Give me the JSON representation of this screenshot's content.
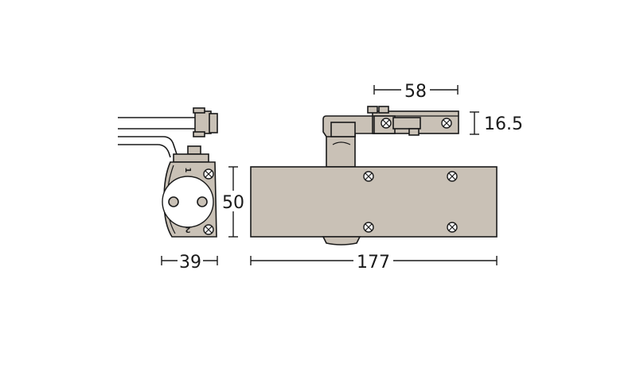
{
  "colors": {
    "body_fill": "#c9c1b6",
    "stroke": "#1a1a1a",
    "background": "#ffffff"
  },
  "dimensions": {
    "arm_width": "58",
    "arm_height": "16.5",
    "body_height": "50",
    "side_width": "39",
    "body_length": "177"
  },
  "valve_labels": {
    "valve_1": "1",
    "valve_2": "2"
  },
  "icons": [
    "screw-icon"
  ]
}
